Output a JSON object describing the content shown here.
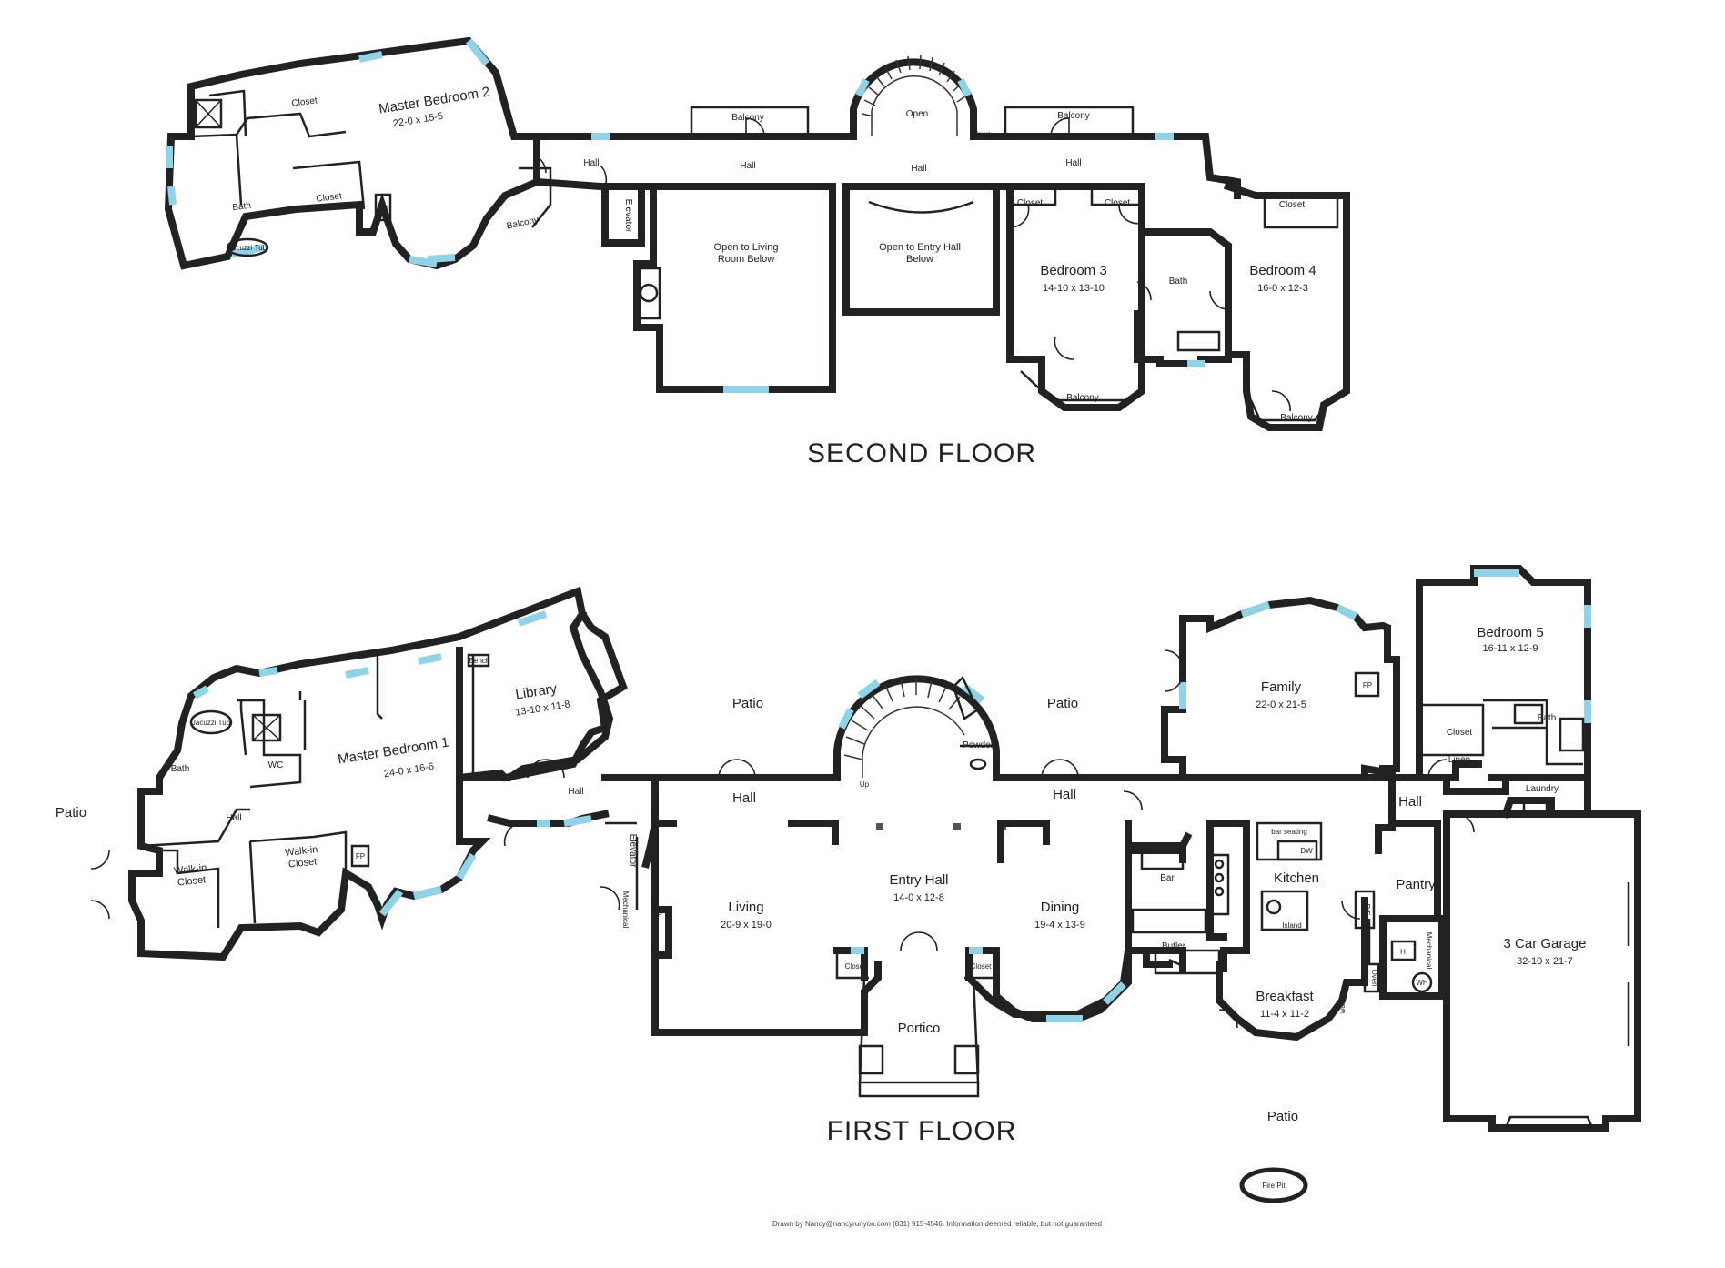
{
  "floors": [
    {
      "title": "SECOND FLOOR",
      "rooms": [
        {
          "name": "Master Bedroom 2",
          "size": "22-0 x 15-5"
        },
        {
          "name": "Bedroom 3",
          "size": "14-10 x 13-10"
        },
        {
          "name": "Bedroom 4",
          "size": "16-0 x 12-3"
        },
        {
          "name": "Open to Living Room Below"
        },
        {
          "name": "Open to Entry Hall Below"
        },
        {
          "name": "Open"
        }
      ],
      "labels": {
        "closet": "Closet",
        "bath": "Bath",
        "hall": "Hall",
        "balcony": "Balcony",
        "elevator": "Elevator",
        "fireplace": "FP",
        "jacuzzi": "Jacuzzi Tub",
        "down": "down"
      }
    },
    {
      "title": "FIRST FLOOR",
      "rooms": [
        {
          "name": "Master Bedroom 1",
          "size": "24-0 x 16-6"
        },
        {
          "name": "Library",
          "size": "13-10 x 11-8"
        },
        {
          "name": "Living",
          "size": "20-9 x 19-0"
        },
        {
          "name": "Entry Hall",
          "size": "14-0 x 12-8"
        },
        {
          "name": "Dining",
          "size": "19-4 x 13-9"
        },
        {
          "name": "Family",
          "size": "22-0 x 21-5"
        },
        {
          "name": "Bedroom 5",
          "size": "16-11 x 12-9"
        },
        {
          "name": "Breakfast",
          "size": "11-4 x 11-2"
        },
        {
          "name": "3 Car Garage",
          "size": "32-10 x 21-7"
        }
      ],
      "labels": {
        "patio": "Patio",
        "bath": "Bath",
        "wc": "WC",
        "hall": "Hall",
        "walkin_closet": "Walk-in Closet",
        "powder": "Powder",
        "up": "Up",
        "elevator": "Elevator",
        "mechanical": "Mechanical",
        "fireplace": "FP",
        "closet": "Closet",
        "portico": "Portico",
        "bar": "Bar",
        "butler": "Butler",
        "kitchen": "Kitchen",
        "island": "Island",
        "bar_seating": "bar seating",
        "dishwasher": "DW",
        "refrigerator": "R/F",
        "pantry": "Pantry",
        "linen": "Linen",
        "laundry": "Laundry",
        "oven": "Oven",
        "water_heater": "WH",
        "hvac": "H",
        "jacuzzi": "Jacuzzi Tub",
        "fire_pit": "Fire Pit",
        "bench": "Bench",
        "wash": "wash"
      }
    }
  ],
  "credit": "Drawn by Nancy@nancyrunyon.com (831) 915-4546. Information deemed reliable, but not guaranteed"
}
